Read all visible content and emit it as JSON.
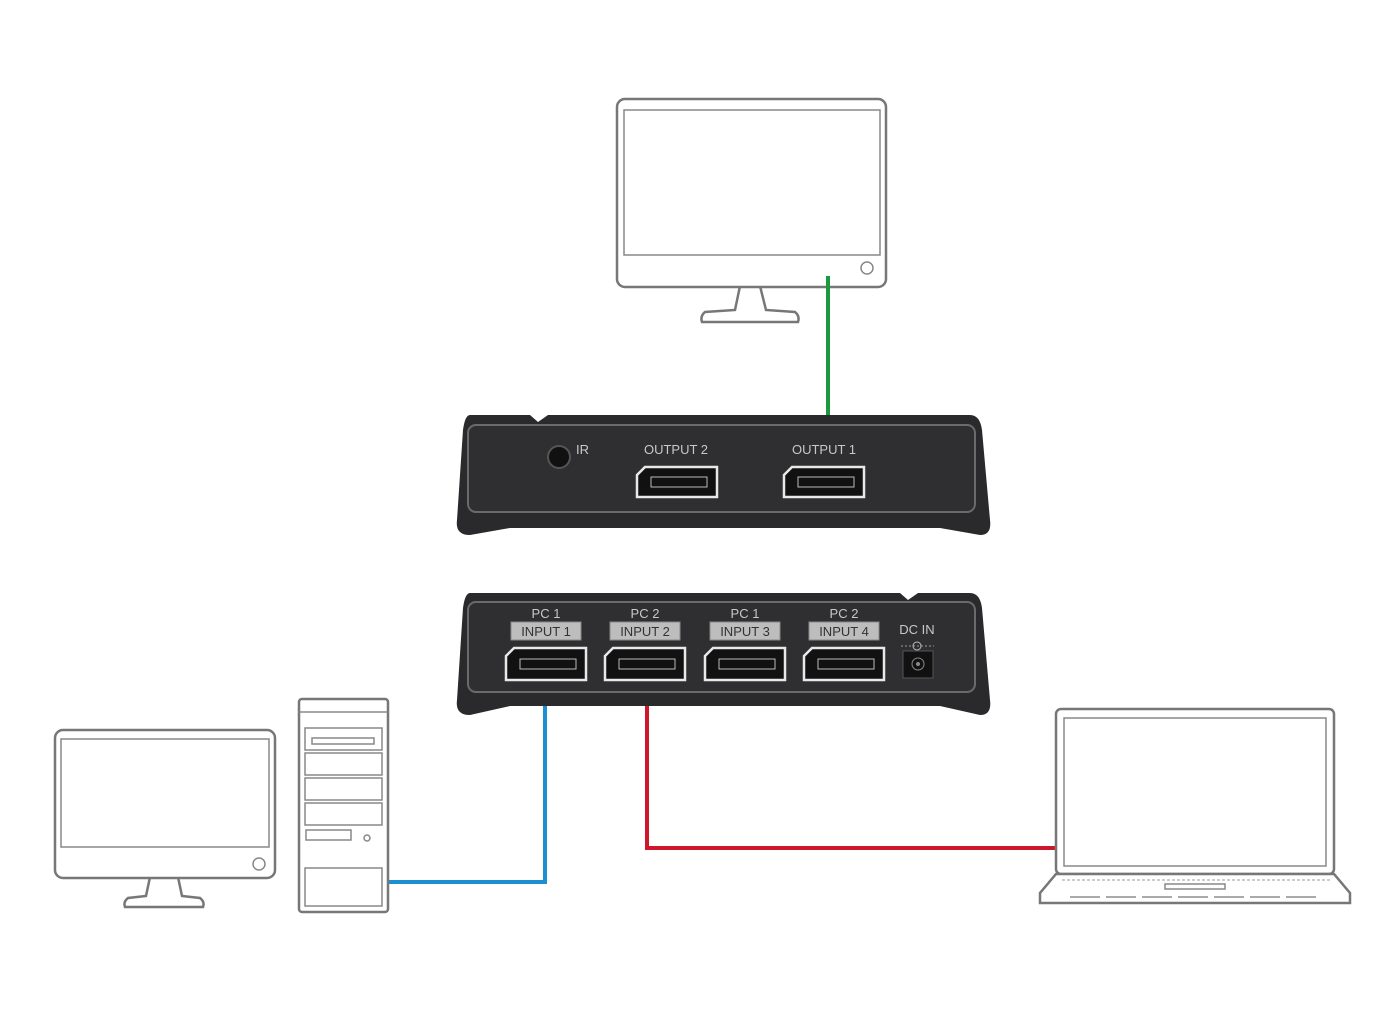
{
  "output_unit": {
    "ir_label": "IR",
    "ports": [
      {
        "label": "OUTPUT 2"
      },
      {
        "label": "OUTPUT 1"
      }
    ]
  },
  "input_unit": {
    "ports": [
      {
        "pc": "PC 1",
        "label": "INPUT 1"
      },
      {
        "pc": "PC 2",
        "label": "INPUT 2"
      },
      {
        "pc": "PC 1",
        "label": "INPUT 3"
      },
      {
        "pc": "PC 2",
        "label": "INPUT 4"
      }
    ],
    "dc_label": "DC IN"
  },
  "cables": {
    "output1_color": "#1a9a3c",
    "input1_color": "#1b8fd0",
    "input2_color": "#d0162a"
  }
}
